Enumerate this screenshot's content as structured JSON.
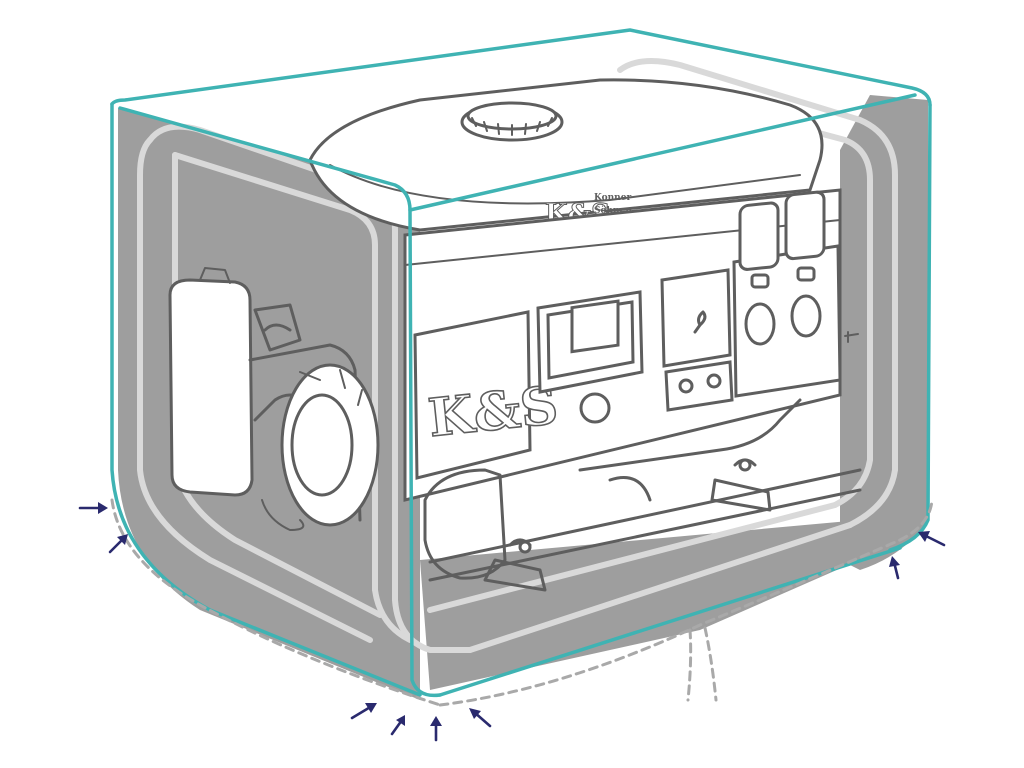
{
  "colors": {
    "cover_outline": "#3fb3b3",
    "arrow": "#2a2a6e",
    "cover_shade": "#9e9e9e",
    "frame": "#d9d9d9",
    "line_dark": "#5e5e5e"
  },
  "logo": {
    "panel_text": "K&S",
    "top_text": "K&S",
    "top_tagline_1": "Konner",
    "top_tagline_2": "Söhnen"
  },
  "icons": {
    "arrow": "arrow-icon",
    "socket": "socket-icon"
  }
}
